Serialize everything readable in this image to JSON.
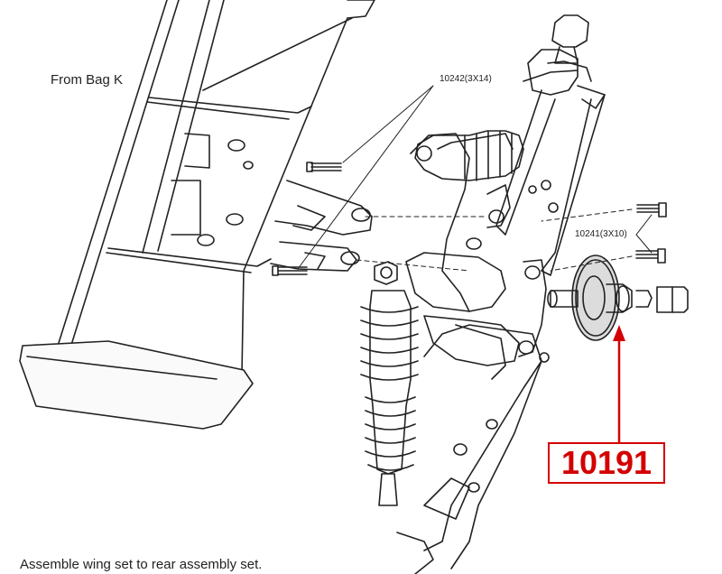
{
  "labels": {
    "source_bag": "From Bag K",
    "screw_upper": "10242(3X14)",
    "screw_lower": "10241(3X10)",
    "part_number": "10191",
    "caption": "Assemble wing set to rear assembly set."
  },
  "colors": {
    "line": "#222222",
    "callout": "#d40000",
    "shade": "#dcdcdc"
  }
}
